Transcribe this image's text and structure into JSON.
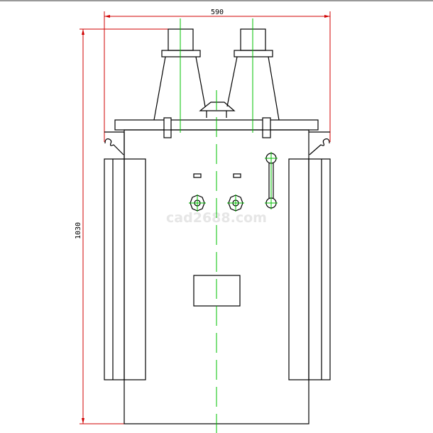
{
  "drawing": {
    "width_dimension": "590",
    "height_dimension": "1030",
    "watermark": "cad2688.com",
    "colors": {
      "outline": "#000000",
      "dimension": "#d00000",
      "centerline": "#00c000"
    }
  }
}
